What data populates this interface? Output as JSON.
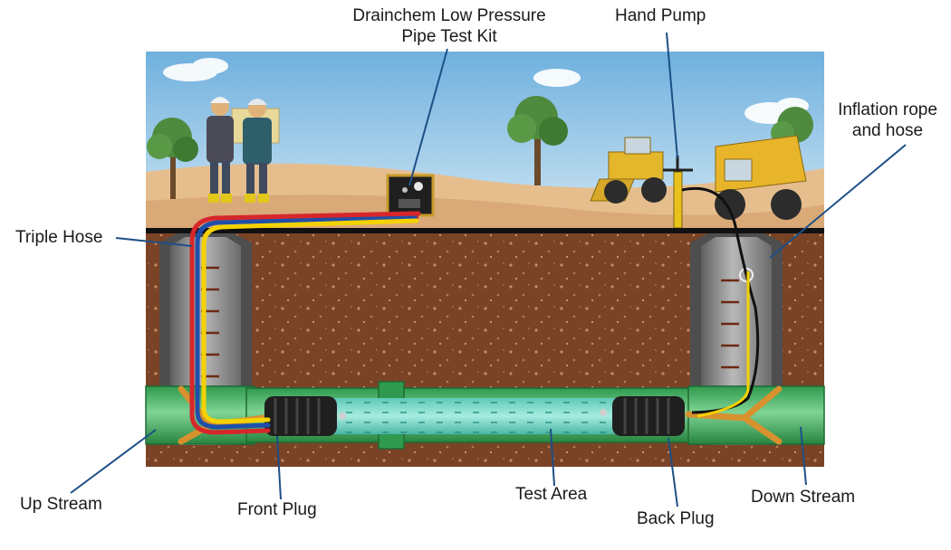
{
  "labels": {
    "test_kit_line1": "Drainchem Low Pressure",
    "test_kit_line2": "Pipe Test Kit",
    "hand_pump": "Hand Pump",
    "inflation_line1": "Inflation rope",
    "inflation_line2": "and hose",
    "triple_hose": "Triple Hose",
    "up_stream": "Up Stream",
    "front_plug": "Front Plug",
    "test_area": "Test Area",
    "back_plug": "Back Plug",
    "down_stream": "Down Stream"
  },
  "colors": {
    "sky": "#8fc3e3",
    "sand": "#e6be8e",
    "soil": "#7a4326",
    "manhole": "#8a8a8a",
    "pipe": "#3fae5e",
    "test_water": "#7fd9c9",
    "hose_red": "#d7262b",
    "hose_yellow": "#f4d200",
    "hose_blue": "#1f4fa8",
    "leader_line": "#1d4f86"
  }
}
